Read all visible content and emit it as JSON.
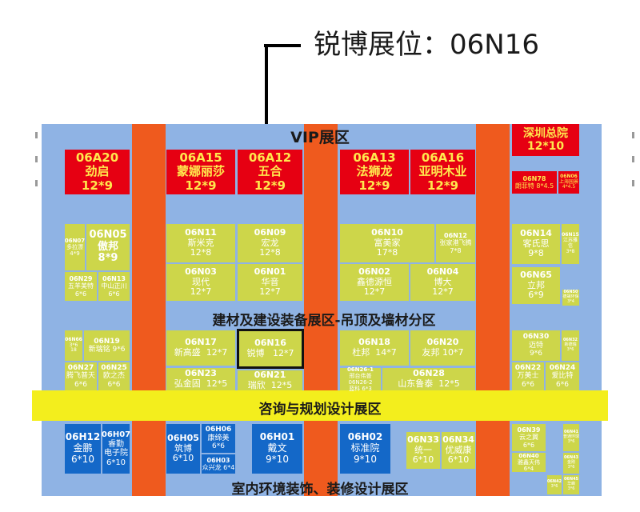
{
  "header": {
    "label": "锐博展位：06N16"
  },
  "zones": {
    "vip": "VIP展区",
    "building": "建材及建设装备展区-吊顶及墙材分区",
    "consult": "咨询与规划设计展区",
    "interior": "室内环境装饰、装修设计展区"
  },
  "booths": {
    "a20": {
      "code": "06A20",
      "name": "劲启",
      "size": "12*9"
    },
    "a15": {
      "code": "06A15",
      "name": "蒙娜丽莎",
      "size": "12*9"
    },
    "a12": {
      "code": "06A12",
      "name": "五合",
      "size": "12*9"
    },
    "a13": {
      "code": "06A13",
      "name": "法狮龙",
      "size": "12*9"
    },
    "a16": {
      "code": "06A16",
      "name": "亚明木业",
      "size": "12*9"
    },
    "sz": {
      "name": "深圳总院",
      "size": "12*10"
    },
    "n78": {
      "code": "06N78",
      "line": "朗菲特 8*4.5"
    },
    "n06": {
      "code": "06N06",
      "line": "上海园景 4*4.5"
    },
    "n07": {
      "code": "06N07",
      "name": "多拉漂",
      "size": "4*9"
    },
    "n05": {
      "code": "06N05",
      "name": "傲邦",
      "size": "8*9"
    },
    "n29": {
      "code": "06N29",
      "name": "五羊美特",
      "size": "6*6"
    },
    "n13": {
      "code": "06N13",
      "name": "中山正川",
      "size": "6*6"
    },
    "n11": {
      "code": "06N11",
      "name": "斯米克",
      "size": "12*8"
    },
    "n09": {
      "code": "06N09",
      "name": "宏龙",
      "size": "12*8"
    },
    "n03": {
      "code": "06N03",
      "name": "现代",
      "size": "12*7"
    },
    "n01": {
      "code": "06N01",
      "name": "华音",
      "size": "12*7"
    },
    "n10": {
      "code": "06N10",
      "name": "富美家",
      "size": "17*8"
    },
    "n12": {
      "code": "06N12",
      "name": "张家港飞腾",
      "size": "7*8"
    },
    "n02": {
      "code": "06N02",
      "name": "鑫德源恒",
      "size": "12*7"
    },
    "n04": {
      "code": "06N04",
      "name": "博大",
      "size": "12*7"
    },
    "n14": {
      "code": "06N14",
      "name": "客氏思",
      "size": "9*8"
    },
    "n15": {
      "code": "06N15",
      "name": "江苏雅信",
      "size": "3*8"
    },
    "n65": {
      "code": "06N65",
      "name": "立邦",
      "size": "6*9"
    },
    "n50": {
      "code": "06N50",
      "name": "德晟环保",
      "size": "3*4"
    },
    "n66": {
      "code": "06N66",
      "size": "3*6",
      "extra": "18"
    },
    "n19": {
      "code": "06N19",
      "name": "新瑞铭",
      "size": "9*6"
    },
    "n17": {
      "code": "06N17",
      "name": "新高盛",
      "size": "12*7"
    },
    "n16": {
      "code": "06N16",
      "name": "锐博",
      "size": "12*7"
    },
    "n18": {
      "code": "06N18",
      "name": "杜邦",
      "size": "14*7"
    },
    "n20": {
      "code": "06N20",
      "name": "友邦",
      "size": "10*7"
    },
    "n30": {
      "code": "06N30",
      "name": "迈特",
      "size": "9*6"
    },
    "n32": {
      "code": "06N32",
      "name": "新德瑞",
      "size": "3*6"
    },
    "n27": {
      "code": "06N27",
      "name": "腾飞普天",
      "size": "6*6"
    },
    "n25": {
      "code": "06N25",
      "name": "欧之杰",
      "size": "6*6"
    },
    "n23": {
      "code": "06N23",
      "name": "弘金固",
      "size": "12*5"
    },
    "n21": {
      "code": "06N21",
      "name": "瑞欣",
      "size": "12*5"
    },
    "n26": {
      "code": "06N26-1",
      "name": "邢台伟普",
      "code2": "06N26-2",
      "name2": "蓝科",
      "size": "6*3"
    },
    "n28": {
      "code": "06N28",
      "name": "山东鲁泰",
      "size": "12*5"
    },
    "n22": {
      "code": "06N22",
      "name": "万美士",
      "size": "6*6"
    },
    "n24": {
      "code": "06N24",
      "name": "爱比特",
      "size": "6*6"
    },
    "h12": {
      "code": "06H12",
      "name": "金鹏",
      "size": "6*10"
    },
    "h07": {
      "code": "06H07",
      "name": "睿勤",
      "name2": "电子院",
      "size": "6*10"
    },
    "h05": {
      "code": "06H05",
      "name": "筑博",
      "size": "6*10"
    },
    "h06": {
      "code": "06H06",
      "name": "康缔美",
      "size": "6*6"
    },
    "h03": {
      "code": "06H03",
      "line": "众兴龙 6*4"
    },
    "h01": {
      "code": "06H01",
      "name": "戴文",
      "size": "9*10"
    },
    "h02": {
      "code": "06H02",
      "name": "标准院",
      "size": "9*10"
    },
    "n33": {
      "code": "06N33",
      "name": "统一",
      "size": "6*10"
    },
    "n34": {
      "code": "06N34",
      "name": "优威康",
      "size": "6*10"
    },
    "n39": {
      "code": "06N39",
      "name": "云之翼",
      "size": "6*6"
    },
    "n41": {
      "code": "06N41",
      "name": "普通环球",
      "size": "3*6"
    },
    "n40": {
      "code": "06N40",
      "name": "雅鑫天伟",
      "size": "6*4"
    },
    "n43": {
      "code": "06N43",
      "name": "金刚",
      "size": "3*6"
    },
    "n45": {
      "code": "06N45",
      "name": "华峰",
      "size": "3*6"
    },
    "n42": {
      "code": "06N42",
      "size": "3*6"
    }
  },
  "colors": {
    "floor": "#8fb3e4",
    "aisle": "#ef5a1e",
    "red_booth": "#e60012",
    "yellow_booth": "#cdd64a",
    "blue_booth": "#1468c8",
    "band": "#f3ee1d"
  }
}
